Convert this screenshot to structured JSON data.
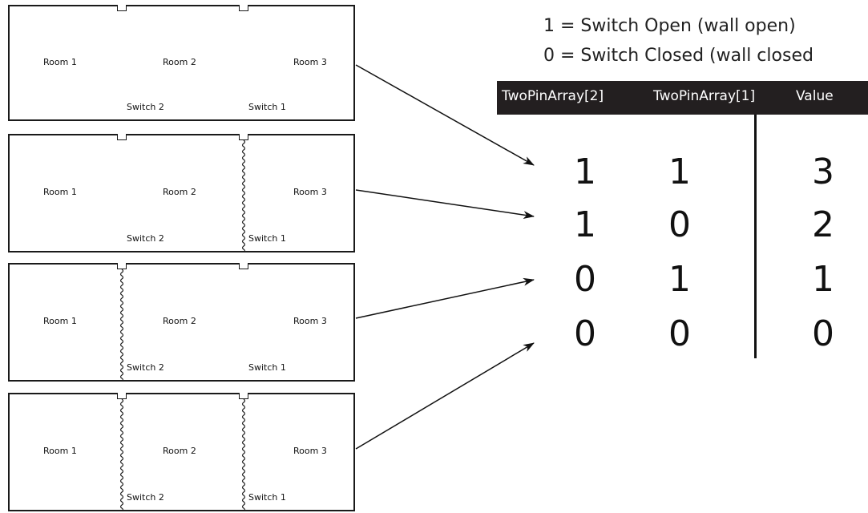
{
  "legend": {
    "line1": "1 = Switch Open   (wall open)",
    "line2": "0 = Switch Closed (wall closed"
  },
  "table": {
    "headers": [
      "TwoPinArray[2]",
      "TwoPinArray[1]",
      "Value"
    ],
    "rows": [
      [
        "1",
        "1",
        "3"
      ],
      [
        "1",
        "0",
        "2"
      ],
      [
        "0",
        "1",
        "1"
      ],
      [
        "0",
        "0",
        "0"
      ]
    ],
    "header_bg": "#231f20"
  },
  "panels": [
    {
      "rooms": [
        "Room 1",
        "Room 2",
        "Room 3"
      ],
      "switches": [
        "Switch 2",
        "Switch 1"
      ],
      "switch2_closed": false,
      "switch1_closed": false
    },
    {
      "rooms": [
        "Room 1",
        "Room 2",
        "Room 3"
      ],
      "switches": [
        "Switch 2",
        "Switch 1"
      ],
      "switch2_closed": false,
      "switch1_closed": true
    },
    {
      "rooms": [
        "Room 1",
        "Room 2",
        "Room 3"
      ],
      "switches": [
        "Switch 2",
        "Switch 1"
      ],
      "switch2_closed": true,
      "switch1_closed": false
    },
    {
      "rooms": [
        "Room 1",
        "Room 2",
        "Room 3"
      ],
      "switches": [
        "Switch 2",
        "Switch 1"
      ],
      "switch2_closed": true,
      "switch1_closed": true
    }
  ]
}
